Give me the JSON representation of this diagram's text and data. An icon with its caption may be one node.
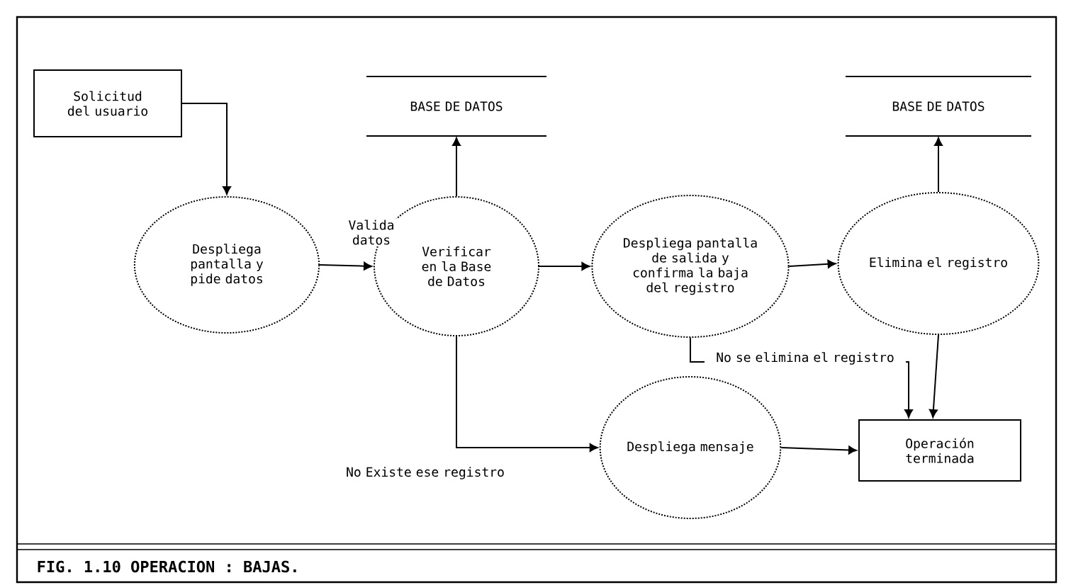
{
  "diagram": {
    "caption": "FIG.  1.10 OPERACION : BAJAS.",
    "nodes": [
      {
        "text": [
          "Solicitud del usuario"
        ]
      },
      {
        "text": [
          "BASE DE DATOS"
        ]
      },
      {
        "text": [
          "BASE DE DATOS"
        ]
      },
      {
        "text": [
          "Despliega pantalla y pide datos"
        ]
      },
      {
        "text": [
          "Verificar en la Base de Datos"
        ]
      },
      {
        "text": [
          "Despliega pantalla de salida y confirma la baja del registro"
        ]
      },
      {
        "text": [
          "Elimina el registro"
        ]
      },
      {
        "text": [
          "Despliega mensaje"
        ]
      },
      {
        "text": [
          "Operación terminada"
        ]
      }
    ],
    "edges": [
      {
        "from": 0,
        "to": 3,
        "arrow": "to"
      },
      {
        "from": 3,
        "to": 4,
        "arrow": "to",
        "label": "Valida datos"
      },
      {
        "from": 4,
        "to": 1,
        "arrow": "to"
      },
      {
        "from": 4,
        "to": 5,
        "arrow": "to"
      },
      {
        "from": 5,
        "to": 6,
        "arrow": "to"
      },
      {
        "from": 6,
        "to": 2,
        "arrow": "to"
      },
      {
        "from": 4,
        "to": 7,
        "arrow": "to",
        "label": "No Existe ese registro"
      },
      {
        "from": 7,
        "to": 8,
        "arrow": "to"
      },
      {
        "from": 5,
        "to": 8,
        "arrow": "to",
        "label": "No se elimina el registro"
      },
      {
        "from": 6,
        "to": 8,
        "arrow": "to"
      }
    ]
  }
}
